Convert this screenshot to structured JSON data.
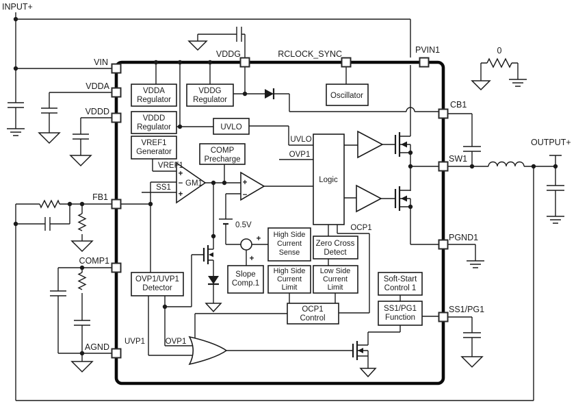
{
  "terminals": {
    "input_plus": "INPUT+",
    "output_plus": "OUTPUT+"
  },
  "pins": {
    "vin": "VIN",
    "vdda": "VDDA",
    "vddd": "VDDD",
    "fb1": "FB1",
    "comp1": "COMP1",
    "agnd": "AGND",
    "vddg": "VDDG",
    "rclock_sync": "RCLOCK_SYNC",
    "pvin1": "PVIN1",
    "cb1": "CB1",
    "sw1": "SW1",
    "pgnd1": "PGND1",
    "ss1_pg1": "SS1/PG1"
  },
  "blocks": {
    "vdda_reg": [
      "VDDA",
      "Regulator"
    ],
    "vddg_reg": [
      "VDDG",
      "Regulator"
    ],
    "oscillator": [
      "Oscillator"
    ],
    "vddd_reg": [
      "VDDD",
      "Regulator"
    ],
    "uvlo": [
      "UVLO"
    ],
    "vref1_gen": [
      "VREF1",
      "Generator"
    ],
    "comp_precharge": [
      "COMP",
      "Precharge"
    ],
    "logic": [
      "Logic"
    ],
    "ovp1_uvp1_detector": [
      "OVP1/UVP1",
      "Detector"
    ],
    "high_side_current_sense": [
      "High Side",
      "Current",
      "Sense"
    ],
    "zero_cross_detect": [
      "Zero Cross",
      "Detect"
    ],
    "slope_comp1": [
      "Slope",
      "Comp.1"
    ],
    "high_side_current_limit": [
      "High Side",
      "Current",
      "Limit"
    ],
    "low_side_current_limit": [
      "Low Side",
      "Current",
      "Limit"
    ],
    "ocp1_control": [
      "OCP1",
      "Control"
    ],
    "soft_start_control1": [
      "Soft-Start",
      "Control 1"
    ],
    "ss1_pg1_function": [
      "SS1/PG1",
      "Function"
    ]
  },
  "nets": {
    "uvlo": "UVLO",
    "ovp1_logic": "OVP1",
    "ocp1": "OCP1",
    "uvp1": "UVP1",
    "ovp1_or": "OVP1",
    "vref1": "VREF1",
    "ss1": "SS1",
    "gm1": "GM1"
  },
  "values": {
    "zero_ohm_resistor": "0",
    "comp_offset": "0.5V"
  },
  "marks": {
    "plus": "+",
    "minus": "−"
  }
}
